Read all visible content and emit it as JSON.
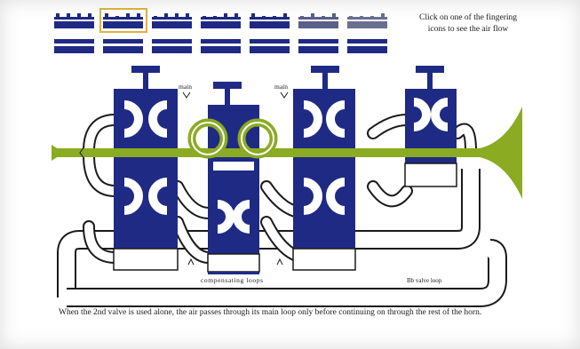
{
  "instructions": "Click on one of the fingering icons to see the air flow",
  "caption": "When the 2nd valve is used alone, the air passes through its main loop only before continuing on through the rest of the horn.",
  "labels": {
    "main_left": "main",
    "main_right": "main",
    "compensating": "compensating loops",
    "bb_valve_loop": "Bb valve loop"
  },
  "colors": {
    "valve_blue": "#1f2a85",
    "airflow_green": "#8aab22",
    "tubing": "#ffffff",
    "selected_outline": "#e0b23a"
  },
  "fingering_icons": [
    {
      "name": "fingering-open"
    },
    {
      "name": "fingering-2nd-valve",
      "selected": true
    },
    {
      "name": "fingering-1st-valve"
    },
    {
      "name": "fingering-1-2"
    },
    {
      "name": "fingering-2-3"
    },
    {
      "name": "fingering-1-3"
    },
    {
      "name": "fingering-1-2-3"
    }
  ]
}
